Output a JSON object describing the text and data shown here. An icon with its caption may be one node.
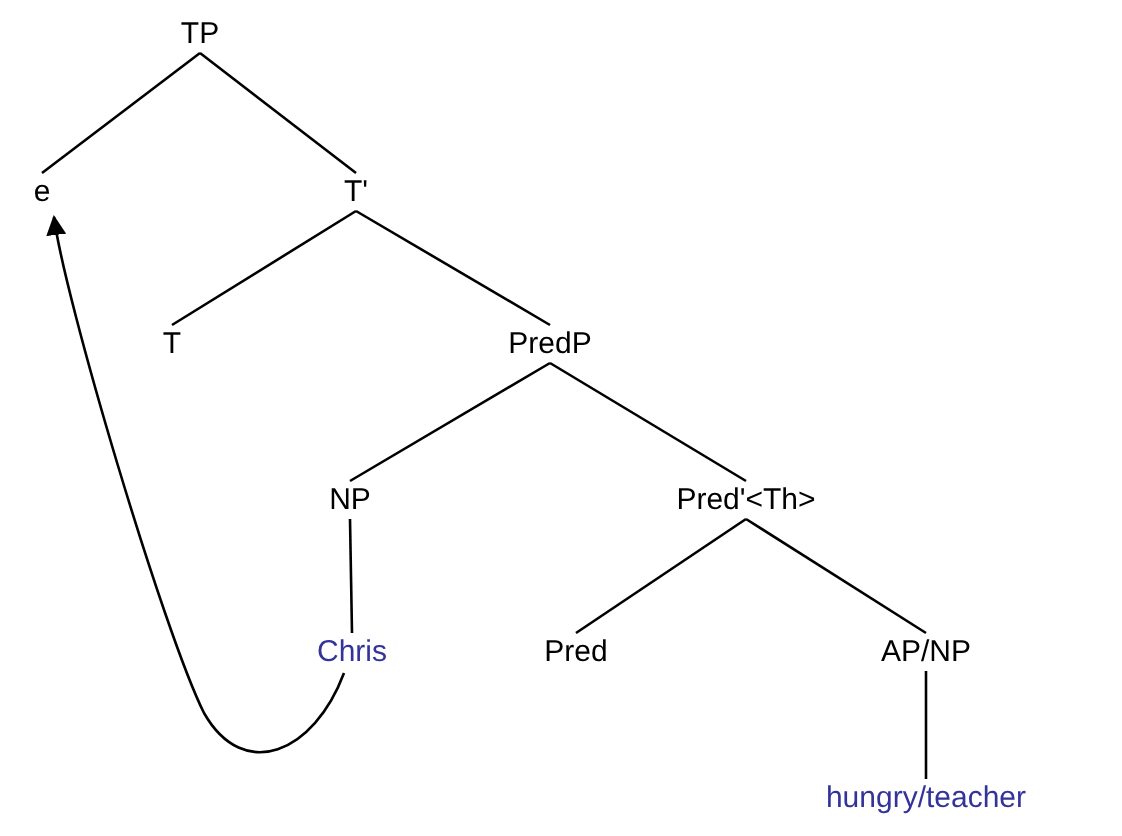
{
  "diagram": {
    "nodes": [
      {
        "text": [
          "TP"
        ]
      },
      {
        "text": [
          "e"
        ]
      },
      {
        "text": [
          "T'"
        ]
      },
      {
        "text": [
          "T"
        ]
      },
      {
        "text": [
          "PredP"
        ]
      },
      {
        "text": [
          "NP"
        ]
      },
      {
        "text": [
          "Pred'<Th>"
        ]
      },
      {
        "text": [
          "Chris"
        ]
      },
      {
        "text": [
          "Pred"
        ]
      },
      {
        "text": [
          "AP/NP"
        ]
      },
      {
        "text": [
          "hungry/teacher"
        ]
      }
    ],
    "edges": [
      {
        "from": 0,
        "to": 1,
        "arrow": "none"
      },
      {
        "from": 0,
        "to": 2,
        "arrow": "none"
      },
      {
        "from": 2,
        "to": 3,
        "arrow": "none"
      },
      {
        "from": 2,
        "to": 4,
        "arrow": "none"
      },
      {
        "from": 4,
        "to": 5,
        "arrow": "none"
      },
      {
        "from": 4,
        "to": 6,
        "arrow": "none"
      },
      {
        "from": 5,
        "to": 7,
        "arrow": "none"
      },
      {
        "from": 6,
        "to": 8,
        "arrow": "none"
      },
      {
        "from": 6,
        "to": 9,
        "arrow": "none"
      },
      {
        "from": 9,
        "to": 10,
        "arrow": "none"
      },
      {
        "from": 7,
        "to": 1,
        "arrow": "to"
      }
    ]
  }
}
